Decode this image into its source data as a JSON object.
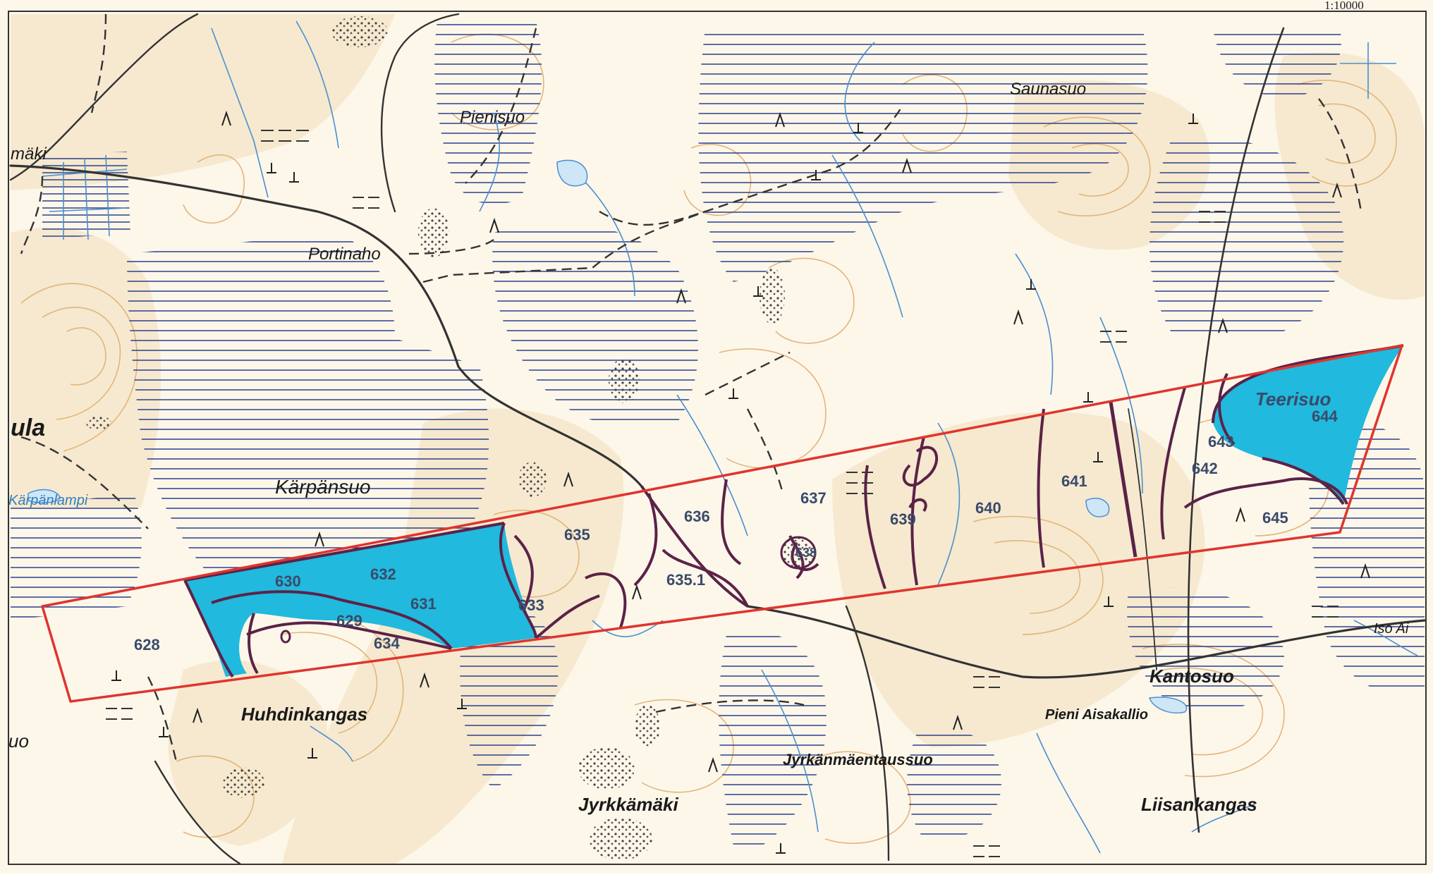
{
  "map": {
    "scale_label": "1:10000",
    "colors": {
      "paper": "#fdf7ea",
      "field": "#f6e9cf",
      "contour": "#e3b57a",
      "water_line": "#4a8fd0",
      "marsh_line": "#2b3f8c",
      "road": "#333333",
      "boundary_red": "#e0342e",
      "stand_line": "#5b2248",
      "stand_fill": "#21b9dd",
      "stand_label": "#3a4a6a"
    },
    "place_names": [
      {
        "id": "maki",
        "text": "mäki"
      },
      {
        "id": "pienisuo",
        "text": "Pienisuo"
      },
      {
        "id": "saunasuo",
        "text": "Saunasuo"
      },
      {
        "id": "portinaho",
        "text": "Portinaho"
      },
      {
        "id": "ula",
        "text": "ula"
      },
      {
        "id": "karpansuo",
        "text": "Kärpänsuo"
      },
      {
        "id": "karpanlampi",
        "text": "Kärpänlampi"
      },
      {
        "id": "huhdinkangas",
        "text": "Huhdinkangas"
      },
      {
        "id": "uo",
        "text": "uo"
      },
      {
        "id": "jyrkkamaki",
        "text": "Jyrkkämäki"
      },
      {
        "id": "jyrkanmaentaussuo",
        "text": "Jyrkänmäentaussuo"
      },
      {
        "id": "kantosuo",
        "text": "Kantosuo"
      },
      {
        "id": "pieni-aisakallio",
        "text": "Pieni Aisakallio"
      },
      {
        "id": "liisankangas",
        "text": "Liisankangas"
      },
      {
        "id": "teerisuo",
        "text": "Teerisuo"
      },
      {
        "id": "iso-ai",
        "text": "Iso Ai"
      }
    ],
    "stands": [
      "628",
      "630",
      "632",
      "631",
      "629",
      "634",
      "633",
      "635",
      "635.1",
      "636",
      "637",
      "638",
      "639",
      "640",
      "641",
      "642",
      "643",
      "644",
      "645"
    ]
  }
}
